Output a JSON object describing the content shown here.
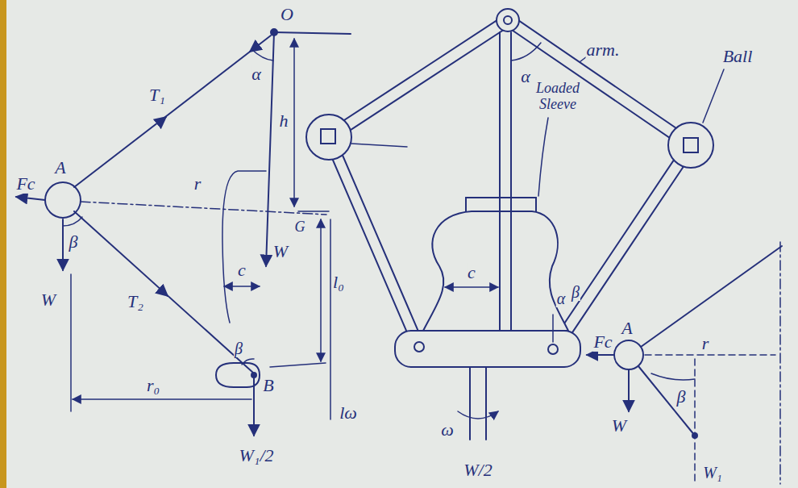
{
  "diagram": {
    "labels": [
      "O",
      "α",
      "T₁",
      "h",
      "A",
      "Fc",
      "r",
      "G",
      "β",
      "W",
      "T₂",
      "W",
      "c",
      "β",
      "l₀",
      "r₀",
      "B",
      "W₁/2",
      "lω",
      "α",
      "arm.",
      "Ball",
      "Loaded Sleeve",
      "c",
      "α",
      "β",
      "ω",
      "W/2",
      "Fc",
      "A",
      "W",
      "β",
      "r",
      "W₁"
    ]
  }
}
